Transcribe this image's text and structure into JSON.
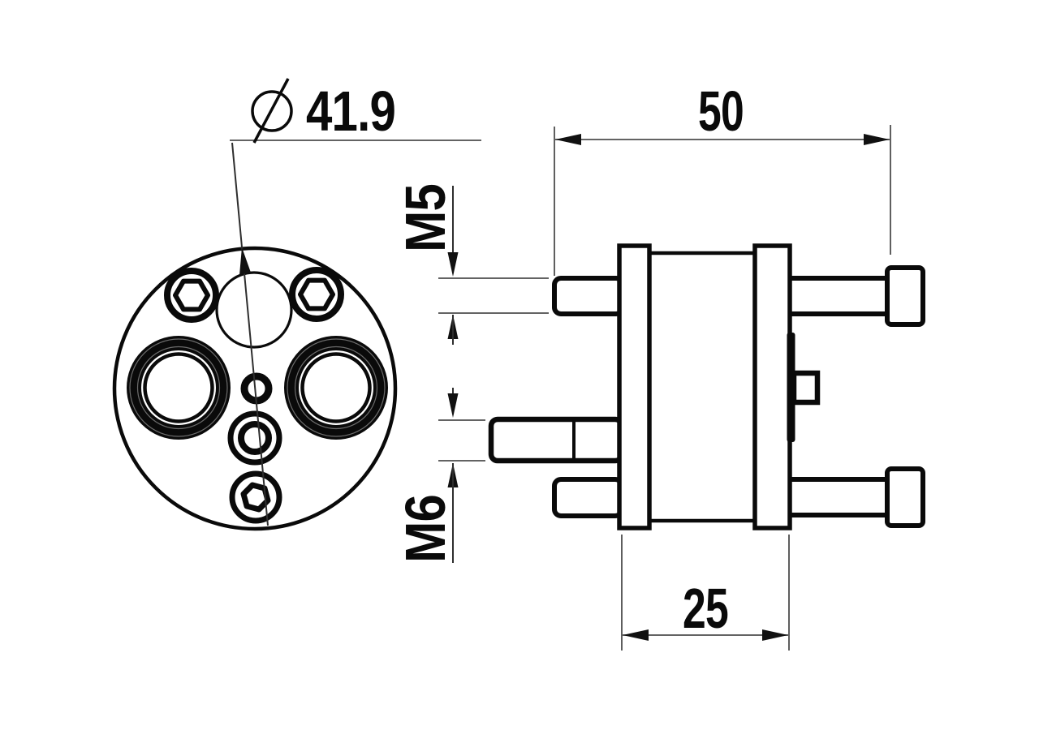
{
  "drawing": {
    "dimensions": {
      "diameter": {
        "symbol": "⌀",
        "value": "41.9"
      },
      "overall_length": {
        "value": "50"
      },
      "flange_span": {
        "value": "25"
      },
      "top_stud_thread": {
        "value": "M5"
      },
      "middle_stud_thread": {
        "value": "M6"
      }
    },
    "colors": {
      "line": "#0a0a0a",
      "dimension_line": "#4d4d4d",
      "background": "#ffffff"
    }
  }
}
